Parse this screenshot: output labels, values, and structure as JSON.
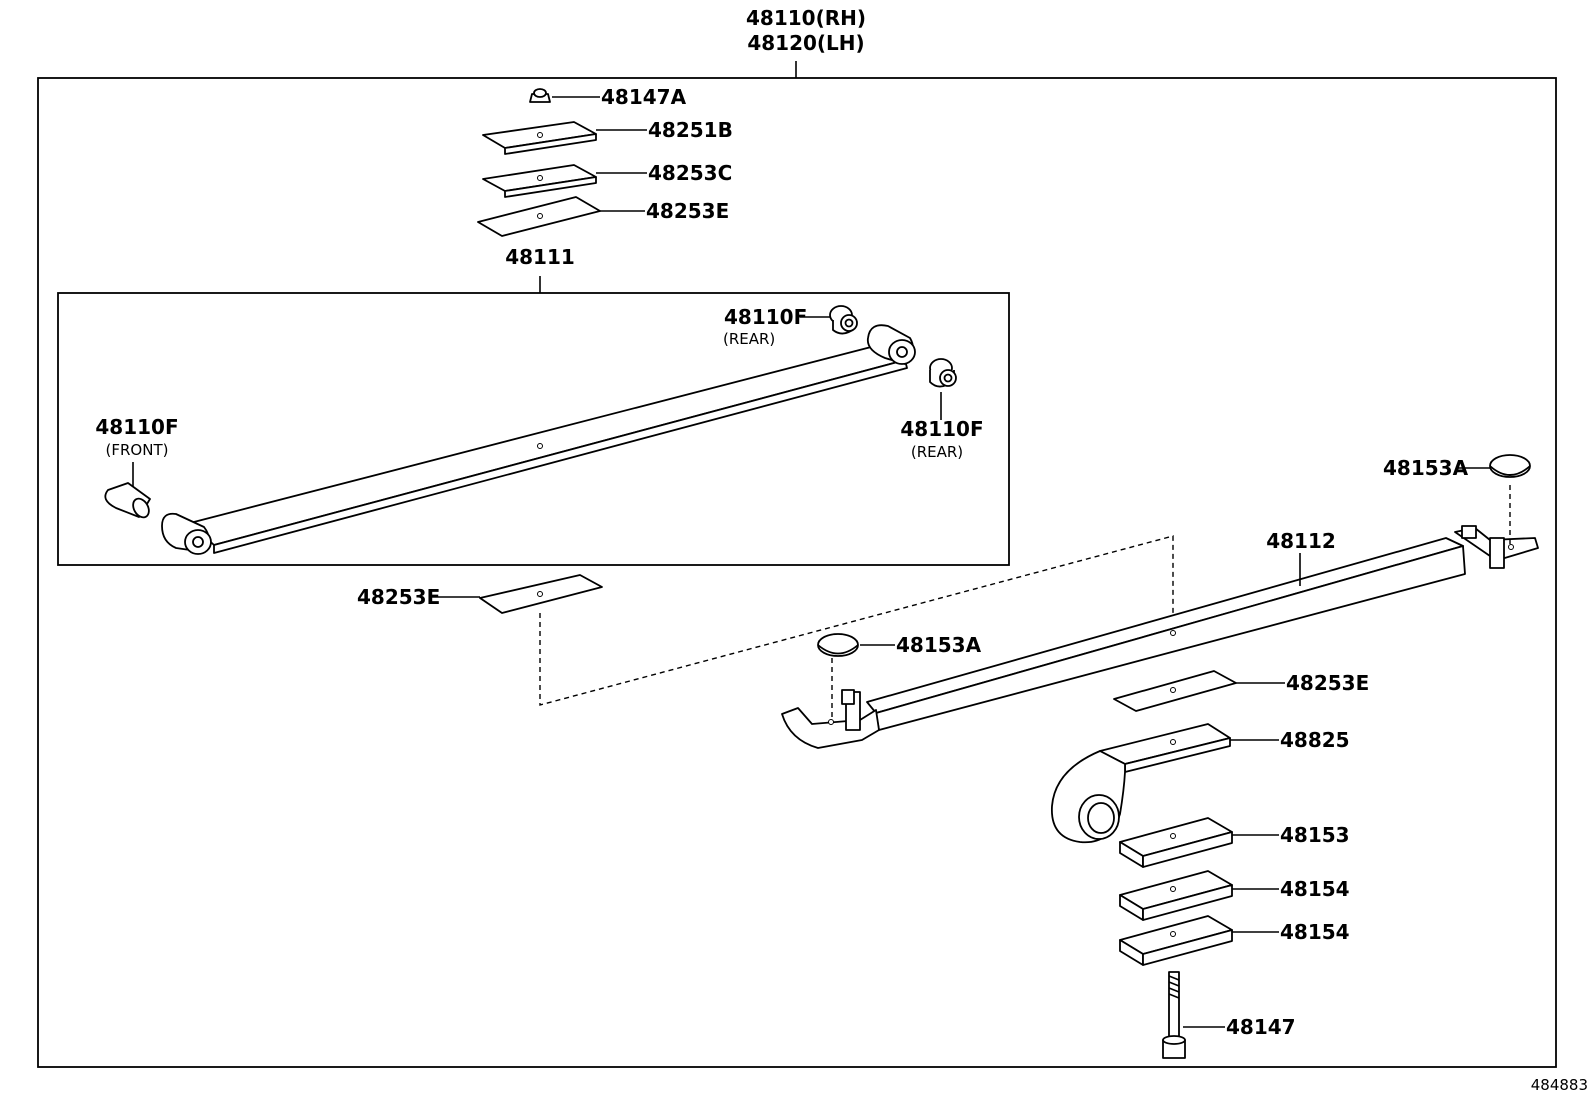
{
  "header": {
    "assembly_rh": "48110(RH)",
    "assembly_lh": "48120(LH)"
  },
  "parts": {
    "p48147A": "48147A",
    "p48251B": "48251B",
    "p48253C": "48253C",
    "p48253E_top": "48253E",
    "p48111": "48111",
    "p48110F_rear_upper": "48110F",
    "p48110F_rear_upper_note": "(REAR)",
    "p48110F_rear_lower": "48110F",
    "p48110F_rear_lower_note": "(REAR)",
    "p48110F_front": "48110F",
    "p48110F_front_note": "(FRONT)",
    "p48253E_mid": "48253E",
    "p48153A_top": "48153A",
    "p48112": "48112",
    "p48153A_mid": "48153A",
    "p48253E_right": "48253E",
    "p48825": "48825",
    "p48153": "48153",
    "p48154_a": "48154",
    "p48154_b": "48154",
    "p48147": "48147"
  },
  "figure_number": "484883"
}
